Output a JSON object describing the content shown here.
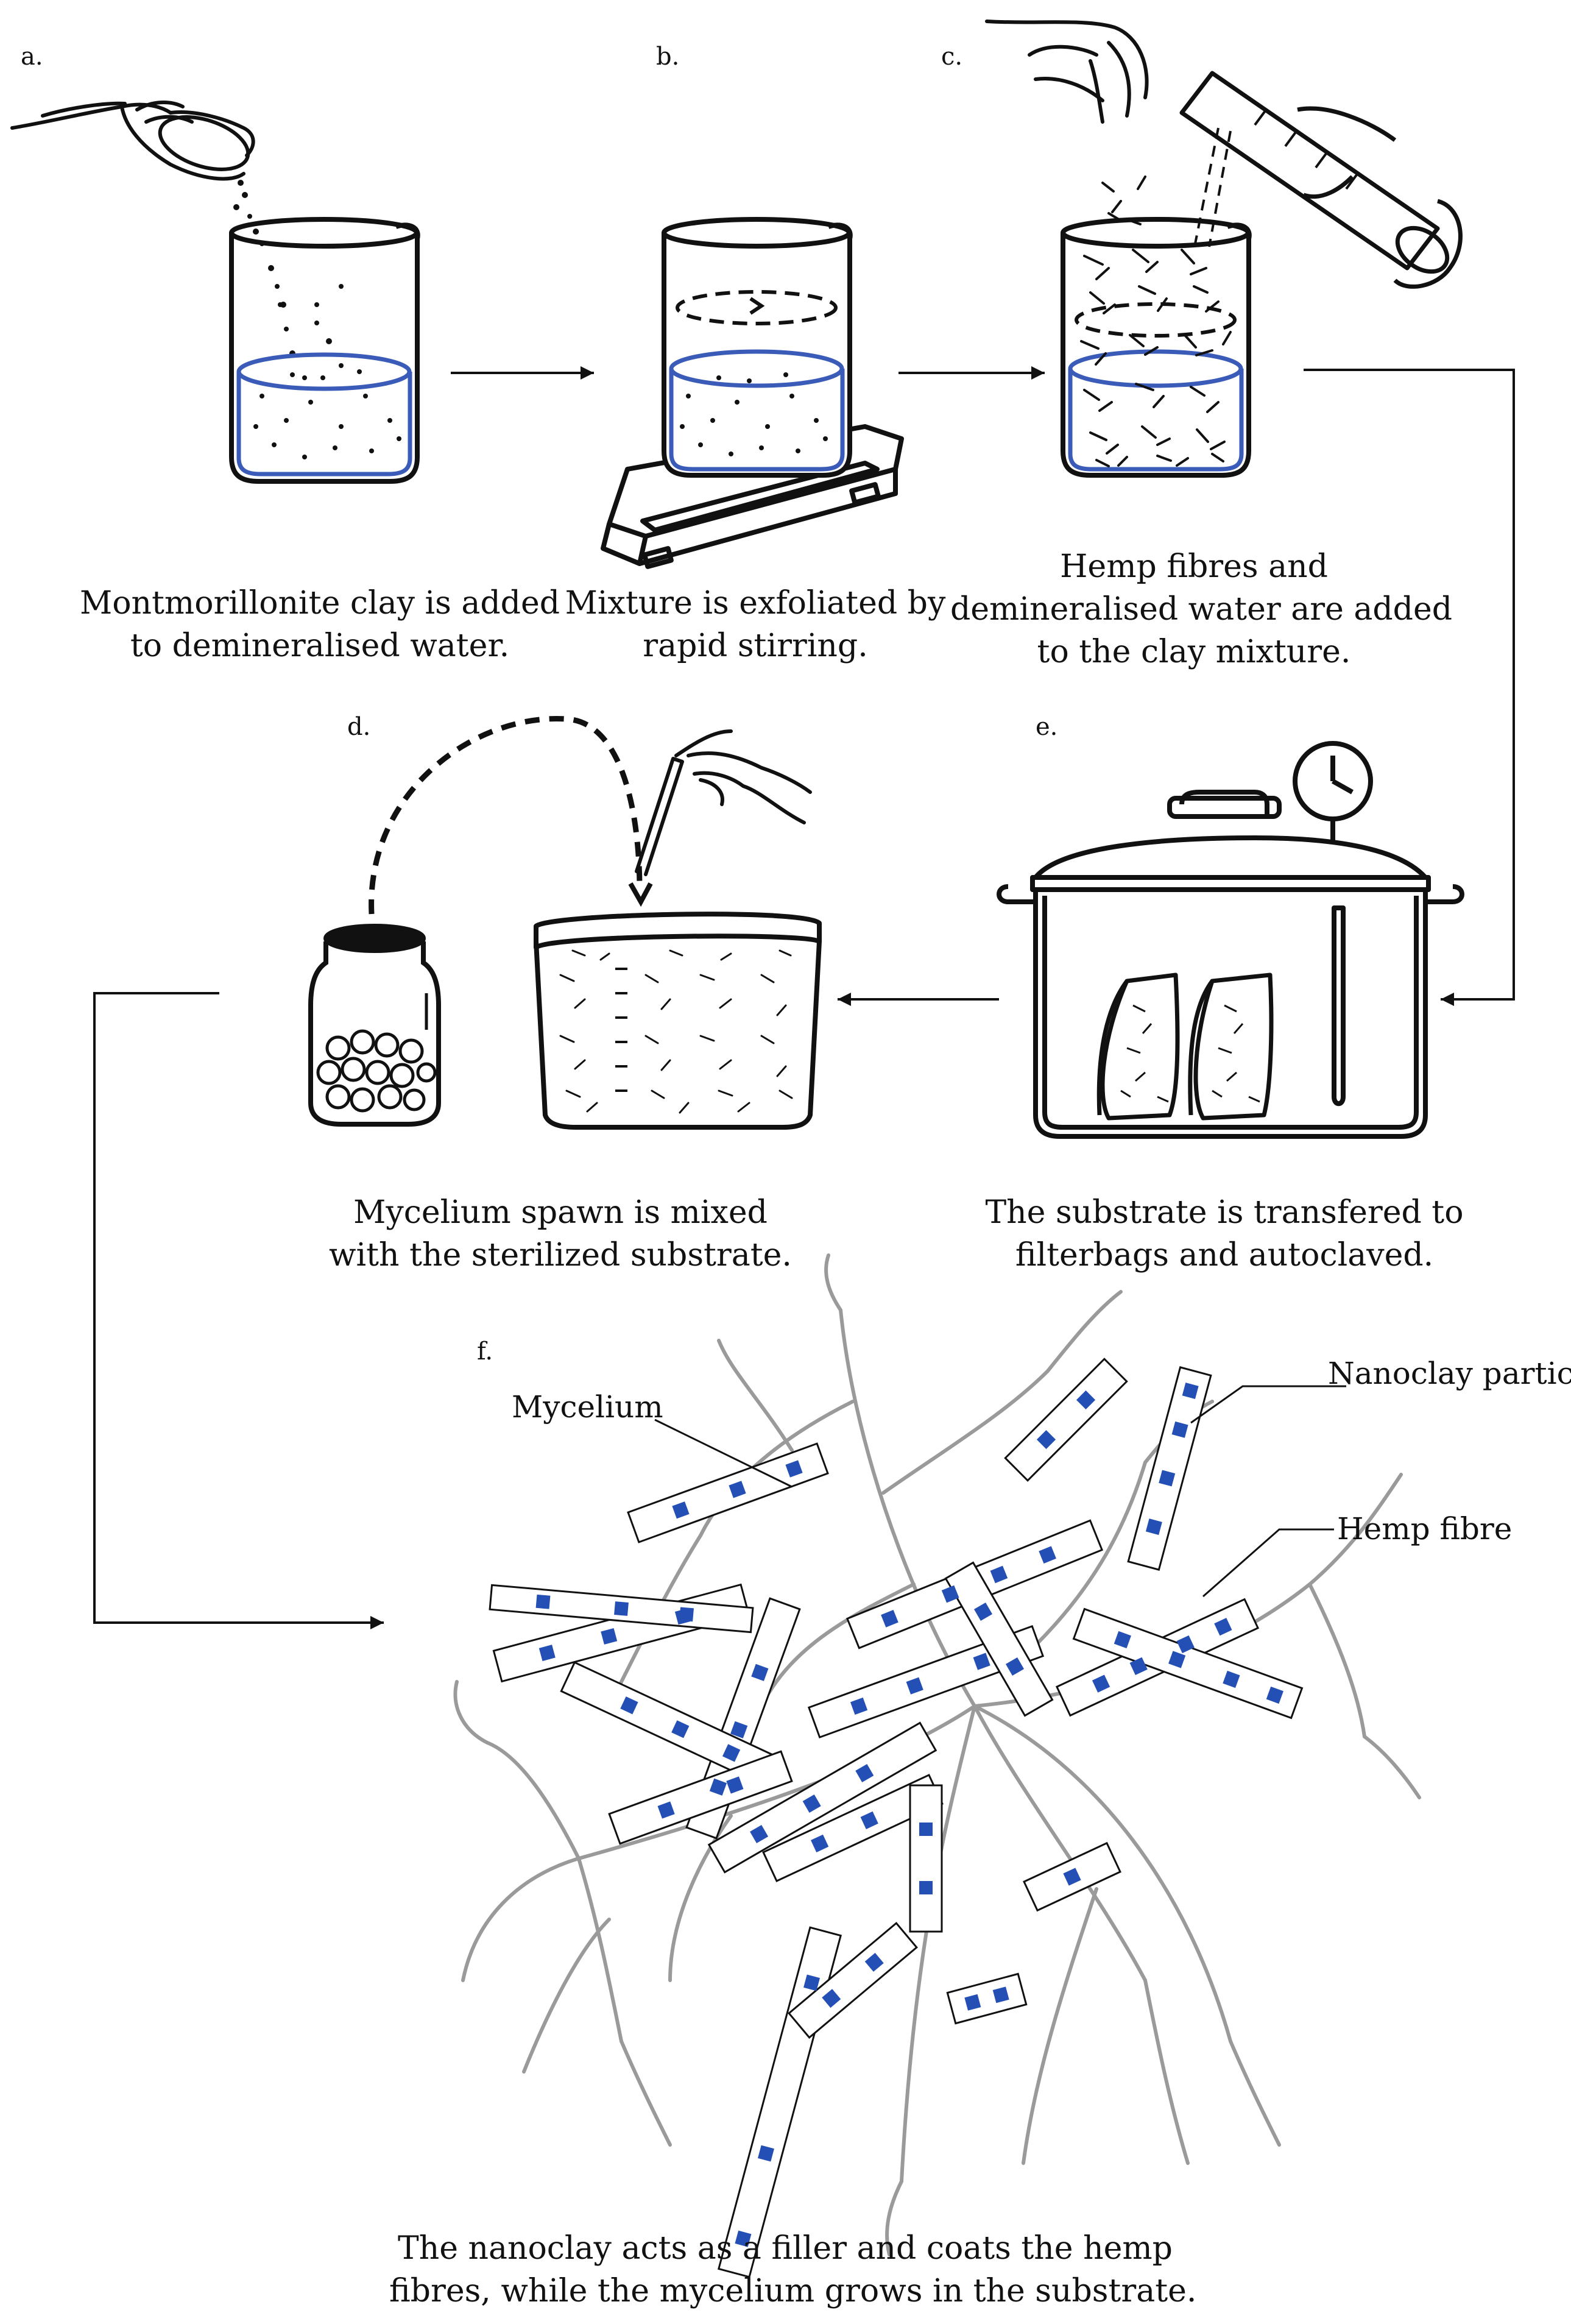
{
  "steps": [
    {
      "id": "a",
      "label": "a.",
      "caption": [
        "Montmorillonite clay is added",
        "to demineralised water."
      ]
    },
    {
      "id": "b",
      "label": "b.",
      "caption": [
        "Mixture is exfoliated by",
        "rapid stirring."
      ]
    },
    {
      "id": "c",
      "label": "c.",
      "caption": [
        "Hemp fibres and",
        "demineralised water are added",
        "to the clay mixture."
      ]
    },
    {
      "id": "d",
      "label": "d.",
      "caption": [
        "Mycelium spawn is mixed",
        "with the sterilized substrate."
      ]
    },
    {
      "id": "e",
      "label": "e.",
      "caption": [
        "The substrate is transfered to",
        "filterbags and autoclaved."
      ]
    },
    {
      "id": "f",
      "label": "f.",
      "caption": [
        "The nanoclay acts as a filler and coats the hemp",
        "fibres, while the mycelium grows in the substrate."
      ]
    }
  ],
  "callouts": {
    "mycelium": "Mycelium",
    "nanoclay": "Nanoclay particle",
    "hemp": "Hemp fibre"
  },
  "colors": {
    "line": "#111111",
    "water": "#3a5bb8",
    "nanoclay": "#2450b5",
    "mycelium": "#9a9a9a"
  }
}
